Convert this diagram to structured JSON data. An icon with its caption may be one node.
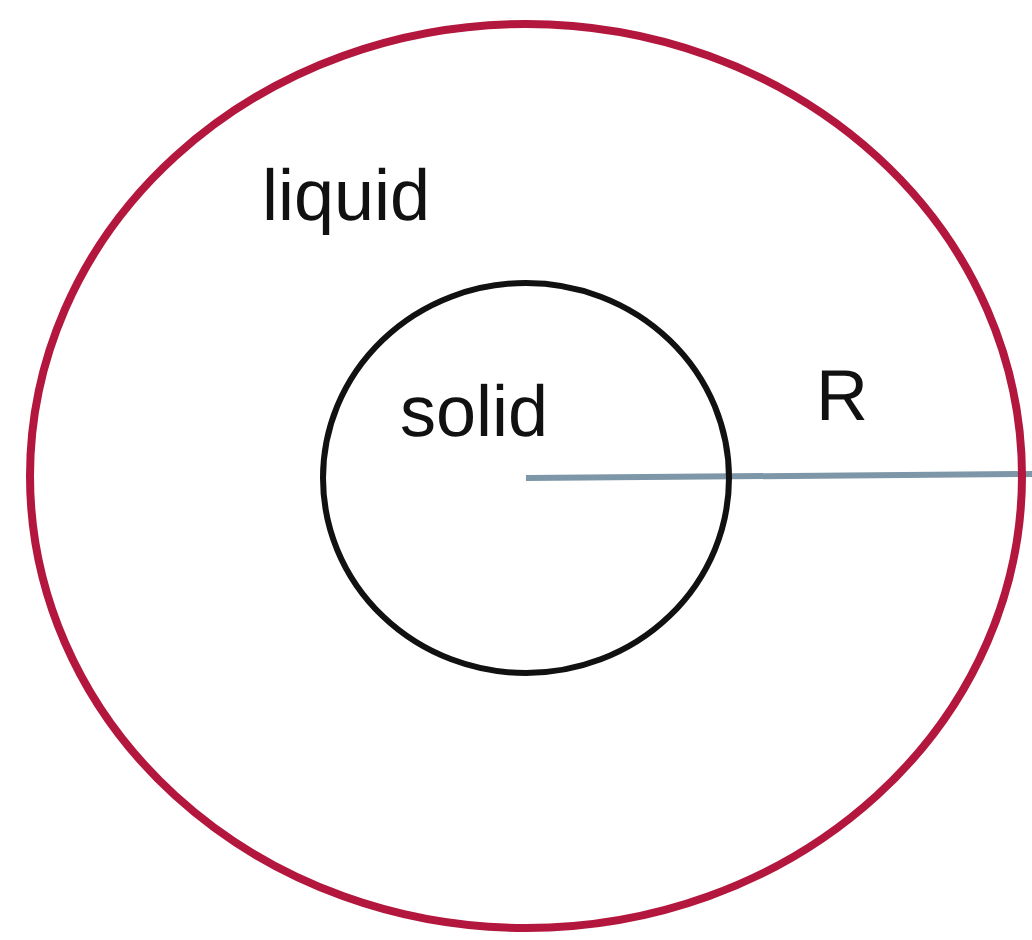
{
  "diagram": {
    "nodes": [
      {
        "text": [
          "liquid"
        ]
      },
      {
        "text": [
          "solid"
        ],
        "in": 0
      }
    ],
    "edges": [],
    "labels": [
      "R"
    ]
  }
}
